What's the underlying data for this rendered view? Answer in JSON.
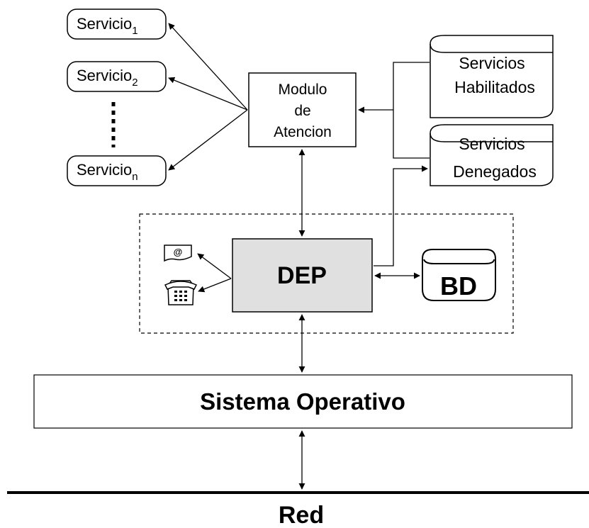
{
  "services": {
    "s1": {
      "base": "Servicio",
      "sub": "1"
    },
    "s2": {
      "base": "Servicio",
      "sub": "2"
    },
    "sn": {
      "base": "Servicio",
      "sub": "n"
    }
  },
  "modulo": {
    "line1": "Modulo",
    "line2": "de",
    "line3": "Atencion"
  },
  "habilitados": {
    "line1": "Servicios",
    "line2": "Habilitados"
  },
  "denegados": {
    "line1": "Servicios",
    "line2": "Denegados"
  },
  "dep": {
    "label": "DEP"
  },
  "bd": {
    "label": "BD"
  },
  "email_icon": {
    "glyph": "@"
  },
  "sistema": {
    "label": "Sistema Operativo"
  },
  "red": {
    "label": "Red"
  },
  "colors": {
    "dep_fill": "#e0e0e0",
    "stroke": "#000000"
  }
}
